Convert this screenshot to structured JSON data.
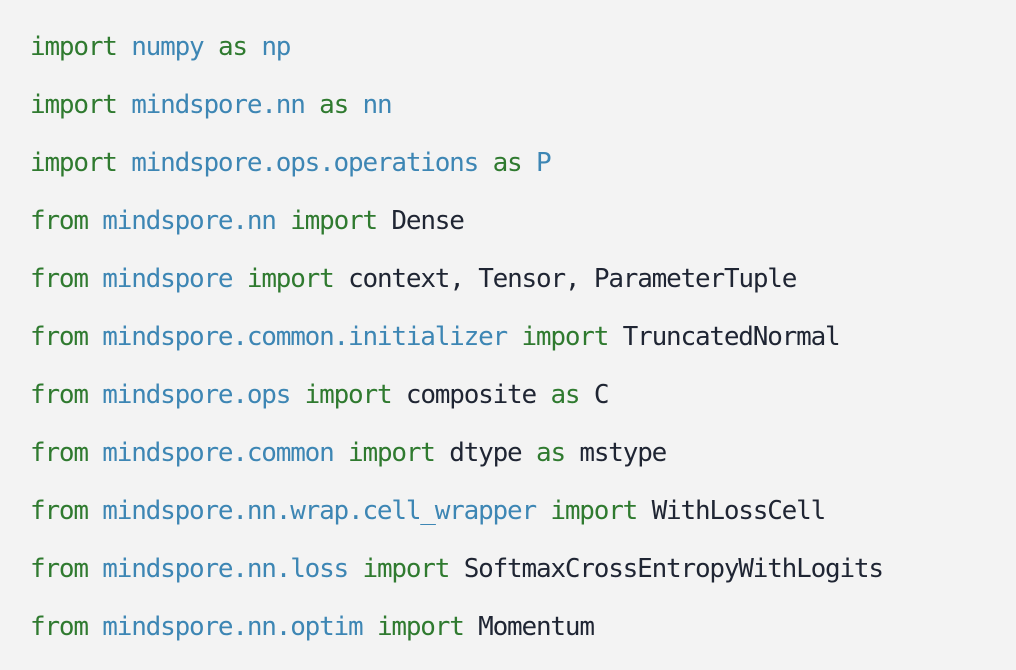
{
  "colors": {
    "background": "#f3f3f3",
    "keyword": "#2f7a2f",
    "module": "#3d86b4",
    "identifier": "#1f2533"
  },
  "code_lines": [
    [
      {
        "type": "kw",
        "text": "import"
      },
      {
        "type": "sp",
        "text": " "
      },
      {
        "type": "mod",
        "text": "numpy"
      },
      {
        "type": "sp",
        "text": " "
      },
      {
        "type": "kw",
        "text": "as"
      },
      {
        "type": "sp",
        "text": " "
      },
      {
        "type": "mod",
        "text": "np"
      }
    ],
    [
      {
        "type": "kw",
        "text": "import"
      },
      {
        "type": "sp",
        "text": " "
      },
      {
        "type": "mod",
        "text": "mindspore.nn"
      },
      {
        "type": "sp",
        "text": " "
      },
      {
        "type": "kw",
        "text": "as"
      },
      {
        "type": "sp",
        "text": " "
      },
      {
        "type": "mod",
        "text": "nn"
      }
    ],
    [
      {
        "type": "kw",
        "text": "import"
      },
      {
        "type": "sp",
        "text": " "
      },
      {
        "type": "mod",
        "text": "mindspore.ops.operations"
      },
      {
        "type": "sp",
        "text": " "
      },
      {
        "type": "kw",
        "text": "as"
      },
      {
        "type": "sp",
        "text": " "
      },
      {
        "type": "mod",
        "text": "P"
      }
    ],
    [
      {
        "type": "kw",
        "text": "from"
      },
      {
        "type": "sp",
        "text": " "
      },
      {
        "type": "mod",
        "text": "mindspore.nn"
      },
      {
        "type": "sp",
        "text": " "
      },
      {
        "type": "kw",
        "text": "import"
      },
      {
        "type": "sp",
        "text": " "
      },
      {
        "type": "id",
        "text": "Dense"
      }
    ],
    [
      {
        "type": "kw",
        "text": "from"
      },
      {
        "type": "sp",
        "text": " "
      },
      {
        "type": "mod",
        "text": "mindspore"
      },
      {
        "type": "sp",
        "text": " "
      },
      {
        "type": "kw",
        "text": "import"
      },
      {
        "type": "sp",
        "text": " "
      },
      {
        "type": "id",
        "text": "context"
      },
      {
        "type": "punct",
        "text": ","
      },
      {
        "type": "sp",
        "text": " "
      },
      {
        "type": "id",
        "text": "Tensor"
      },
      {
        "type": "punct",
        "text": ","
      },
      {
        "type": "sp",
        "text": " "
      },
      {
        "type": "id",
        "text": "ParameterTuple"
      }
    ],
    [
      {
        "type": "kw",
        "text": "from"
      },
      {
        "type": "sp",
        "text": " "
      },
      {
        "type": "mod",
        "text": "mindspore.common.initializer"
      },
      {
        "type": "sp",
        "text": " "
      },
      {
        "type": "kw",
        "text": "import"
      },
      {
        "type": "sp",
        "text": " "
      },
      {
        "type": "id",
        "text": "TruncatedNormal"
      }
    ],
    [
      {
        "type": "kw",
        "text": "from"
      },
      {
        "type": "sp",
        "text": " "
      },
      {
        "type": "mod",
        "text": "mindspore.ops"
      },
      {
        "type": "sp",
        "text": " "
      },
      {
        "type": "kw",
        "text": "import"
      },
      {
        "type": "sp",
        "text": " "
      },
      {
        "type": "id",
        "text": "composite"
      },
      {
        "type": "sp",
        "text": " "
      },
      {
        "type": "kw",
        "text": "as"
      },
      {
        "type": "sp",
        "text": " "
      },
      {
        "type": "id",
        "text": "C"
      }
    ],
    [
      {
        "type": "kw",
        "text": "from"
      },
      {
        "type": "sp",
        "text": " "
      },
      {
        "type": "mod",
        "text": "mindspore.common"
      },
      {
        "type": "sp",
        "text": " "
      },
      {
        "type": "kw",
        "text": "import"
      },
      {
        "type": "sp",
        "text": " "
      },
      {
        "type": "id",
        "text": "dtype"
      },
      {
        "type": "sp",
        "text": " "
      },
      {
        "type": "kw",
        "text": "as"
      },
      {
        "type": "sp",
        "text": " "
      },
      {
        "type": "id",
        "text": "mstype"
      }
    ],
    [
      {
        "type": "kw",
        "text": "from"
      },
      {
        "type": "sp",
        "text": " "
      },
      {
        "type": "mod",
        "text": "mindspore.nn.wrap.cell_wrapper"
      },
      {
        "type": "sp",
        "text": " "
      },
      {
        "type": "kw",
        "text": "import"
      },
      {
        "type": "sp",
        "text": " "
      },
      {
        "type": "id",
        "text": "WithLossCell"
      }
    ],
    [
      {
        "type": "kw",
        "text": "from"
      },
      {
        "type": "sp",
        "text": " "
      },
      {
        "type": "mod",
        "text": "mindspore.nn.loss"
      },
      {
        "type": "sp",
        "text": " "
      },
      {
        "type": "kw",
        "text": "import"
      },
      {
        "type": "sp",
        "text": " "
      },
      {
        "type": "id",
        "text": "SoftmaxCrossEntropyWithLogits"
      }
    ],
    [
      {
        "type": "kw",
        "text": "from"
      },
      {
        "type": "sp",
        "text": " "
      },
      {
        "type": "mod",
        "text": "mindspore.nn.optim"
      },
      {
        "type": "sp",
        "text": " "
      },
      {
        "type": "kw",
        "text": "import"
      },
      {
        "type": "sp",
        "text": " "
      },
      {
        "type": "id",
        "text": "Momentum"
      }
    ]
  ]
}
